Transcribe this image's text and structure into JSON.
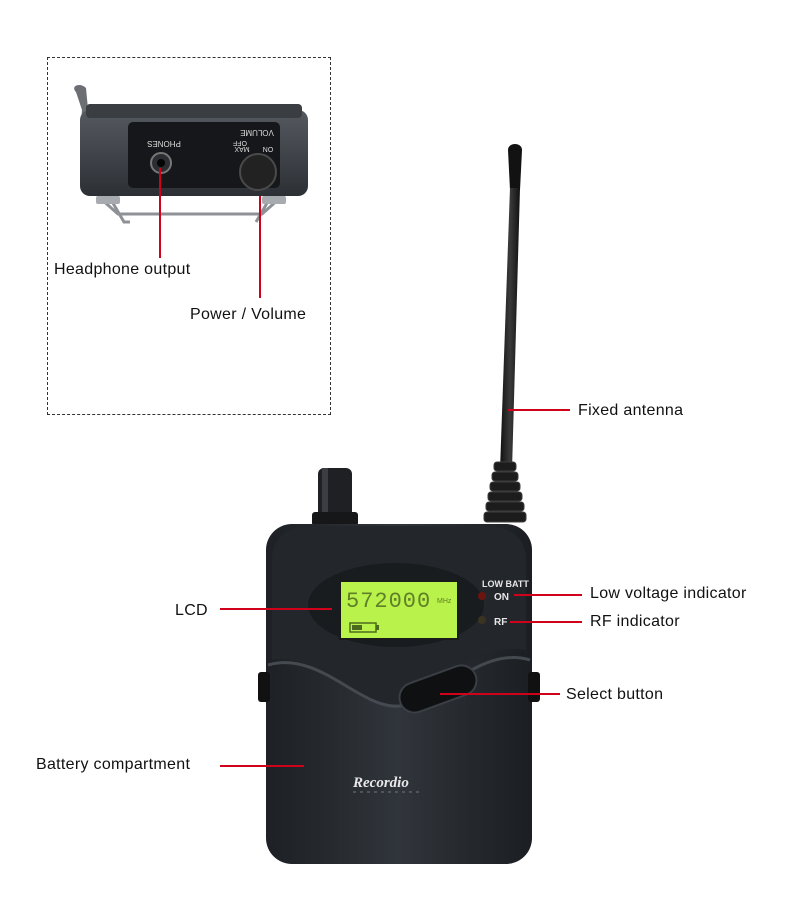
{
  "colors": {
    "callout": "#d0021b",
    "lcd": "#b9f24a",
    "body": "#2a2e33"
  },
  "top_view": {
    "phones_label": "PHONES",
    "volume_label": "VOLUME",
    "off_label": "OFF",
    "max_label": "MAX",
    "on_label": "ON"
  },
  "device": {
    "lcd_frequency": "572000",
    "lcd_unit": "MHz",
    "low_batt_label": "LOW BATT",
    "on_label": "ON",
    "rf_label": "RF",
    "brand": "Recordio"
  },
  "callouts": {
    "headphone_output": "Headphone  output",
    "power_volume": "Power  /  Volume",
    "fixed_antenna": "Fixed  antenna",
    "low_voltage_indicator": "Low  voltage  indicator",
    "rf_indicator": "RF  indicator",
    "lcd": "LCD",
    "select_button": "Select  button",
    "battery_compartment": "Battery  compartment"
  }
}
